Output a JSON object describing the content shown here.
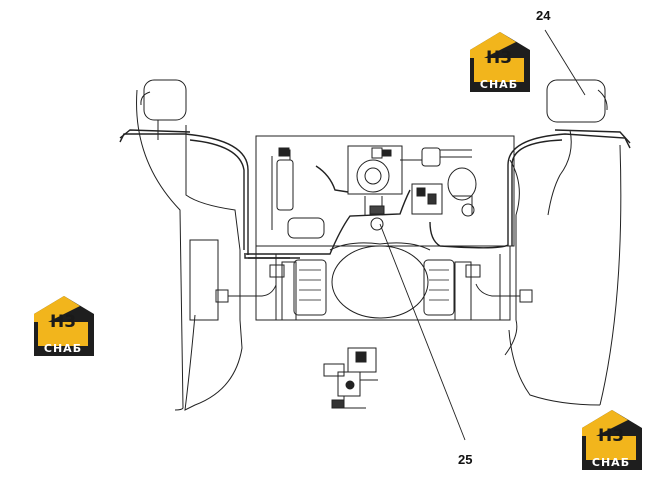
{
  "callouts": {
    "label_24": "24",
    "label_25": "25"
  },
  "watermark": {
    "mark": "H3",
    "text": "СНАБ",
    "accent_color": "#f2b51c",
    "dark_color": "#1e1e1e"
  },
  "colors": {
    "line": "#222222",
    "gray": "#444444"
  }
}
